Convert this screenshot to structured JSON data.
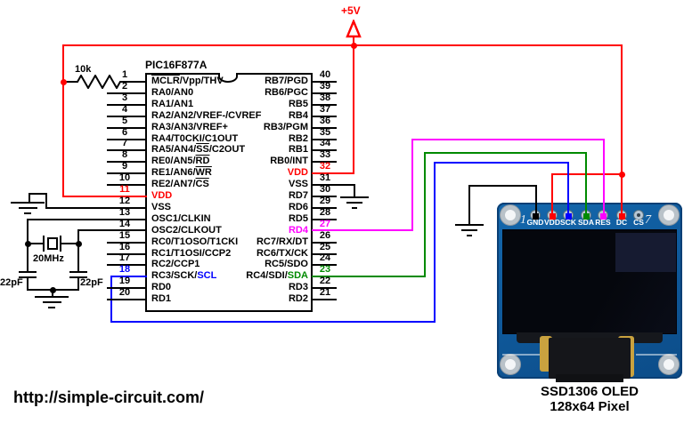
{
  "supply_label": "+5V",
  "website": "http://simple-circuit.com/",
  "ic": {
    "title": "PIC16F877A",
    "left_pins": [
      {
        "num": "1",
        "nc": "black",
        "segs": [
          {
            "t": "MCLR",
            "o": 1
          },
          {
            "t": "/Vpp/THV"
          }
        ]
      },
      {
        "num": "2",
        "nc": "black",
        "segs": [
          {
            "t": "RA0/AN0"
          }
        ]
      },
      {
        "num": "3",
        "nc": "black",
        "segs": [
          {
            "t": "RA1/AN1"
          }
        ]
      },
      {
        "num": "4",
        "nc": "black",
        "segs": [
          {
            "t": "RA2/AN2/VREF-/CVREF"
          }
        ]
      },
      {
        "num": "5",
        "nc": "black",
        "segs": [
          {
            "t": "RA3/AN3/VREF+"
          }
        ]
      },
      {
        "num": "6",
        "nc": "black",
        "segs": [
          {
            "t": "RA4/T0CKI/C1OUT"
          }
        ]
      },
      {
        "num": "7",
        "nc": "black",
        "segs": [
          {
            "t": "RA5/AN4/"
          },
          {
            "t": "SS",
            "o": 1
          },
          {
            "t": "/C2OUT"
          }
        ]
      },
      {
        "num": "8",
        "nc": "black",
        "segs": [
          {
            "t": "RE0/AN5/"
          },
          {
            "t": "RD",
            "o": 1
          }
        ]
      },
      {
        "num": "9",
        "nc": "black",
        "segs": [
          {
            "t": "RE1/AN6/"
          },
          {
            "t": "WR",
            "o": 1
          }
        ]
      },
      {
        "num": "10",
        "nc": "black",
        "segs": [
          {
            "t": "RE2/AN7/"
          },
          {
            "t": "CS",
            "o": 1
          }
        ]
      },
      {
        "num": "11",
        "nc": "red",
        "segs": [
          {
            "t": "VDD",
            "c": "red"
          }
        ]
      },
      {
        "num": "12",
        "nc": "black",
        "segs": [
          {
            "t": "VSS"
          }
        ]
      },
      {
        "num": "13",
        "nc": "black",
        "segs": [
          {
            "t": "OSC1/CLKIN"
          }
        ]
      },
      {
        "num": "14",
        "nc": "black",
        "segs": [
          {
            "t": "OSC2/CLKOUT"
          }
        ]
      },
      {
        "num": "15",
        "nc": "black",
        "segs": [
          {
            "t": "RC0/T1OSO/T1CKI"
          }
        ]
      },
      {
        "num": "16",
        "nc": "black",
        "segs": [
          {
            "t": "RC1/T1OSI/CCP2"
          }
        ]
      },
      {
        "num": "17",
        "nc": "black",
        "segs": [
          {
            "t": "RC2/CCP1"
          }
        ]
      },
      {
        "num": "18",
        "nc": "blue",
        "segs": [
          {
            "t": "RC3/SCK/"
          },
          {
            "t": "SCL",
            "c": "blue"
          }
        ]
      },
      {
        "num": "19",
        "nc": "black",
        "segs": [
          {
            "t": "RD0"
          }
        ]
      },
      {
        "num": "20",
        "nc": "black",
        "segs": [
          {
            "t": "RD1"
          }
        ]
      }
    ],
    "right_pins": [
      {
        "num": "40",
        "nc": "black",
        "segs": [
          {
            "t": "RB7/PGD"
          }
        ]
      },
      {
        "num": "39",
        "nc": "black",
        "segs": [
          {
            "t": "RB6/PGC"
          }
        ]
      },
      {
        "num": "38",
        "nc": "black",
        "segs": [
          {
            "t": "RB5"
          }
        ]
      },
      {
        "num": "37",
        "nc": "black",
        "segs": [
          {
            "t": "RB4"
          }
        ]
      },
      {
        "num": "36",
        "nc": "black",
        "segs": [
          {
            "t": "RB3/PGM"
          }
        ]
      },
      {
        "num": "35",
        "nc": "black",
        "segs": [
          {
            "t": "RB2"
          }
        ]
      },
      {
        "num": "34",
        "nc": "black",
        "segs": [
          {
            "t": "RB1"
          }
        ]
      },
      {
        "num": "33",
        "nc": "black",
        "segs": [
          {
            "t": "RB0/INT"
          }
        ]
      },
      {
        "num": "32",
        "nc": "red",
        "segs": [
          {
            "t": "VDD",
            "c": "red"
          }
        ]
      },
      {
        "num": "31",
        "nc": "black",
        "segs": [
          {
            "t": "VSS"
          }
        ]
      },
      {
        "num": "30",
        "nc": "black",
        "segs": [
          {
            "t": "RD7"
          }
        ]
      },
      {
        "num": "29",
        "nc": "black",
        "segs": [
          {
            "t": "RD6"
          }
        ]
      },
      {
        "num": "28",
        "nc": "black",
        "segs": [
          {
            "t": "RD5"
          }
        ]
      },
      {
        "num": "27",
        "nc": "magenta",
        "segs": [
          {
            "t": "RD4",
            "c": "magenta"
          }
        ]
      },
      {
        "num": "26",
        "nc": "black",
        "segs": [
          {
            "t": "RC7/RX/DT"
          }
        ]
      },
      {
        "num": "25",
        "nc": "black",
        "segs": [
          {
            "t": "RC6/TX/CK"
          }
        ]
      },
      {
        "num": "24",
        "nc": "black",
        "segs": [
          {
            "t": "RC5/SDO"
          }
        ]
      },
      {
        "num": "23",
        "nc": "green",
        "segs": [
          {
            "t": "RC4/SDI/"
          },
          {
            "t": "SDA",
            "c": "green"
          }
        ]
      },
      {
        "num": "22",
        "nc": "black",
        "segs": [
          {
            "t": "RD3"
          }
        ]
      },
      {
        "num": "21",
        "nc": "black",
        "segs": [
          {
            "t": "RD2"
          }
        ]
      }
    ]
  },
  "components": {
    "resistor_label": "10k",
    "crystal_label": "20MHz",
    "cap_left_label": "22pF",
    "cap_right_label": "22pF"
  },
  "oled": {
    "left_index": "1",
    "right_index": "7",
    "pin_labels": [
      "GND",
      "VDD",
      "SCK",
      "SDA",
      "RES",
      "DC",
      "CS"
    ],
    "caption_line1": "SSD1306 OLED",
    "caption_line2": "128x64 Pixel"
  },
  "colors": {
    "red": "#ff0000",
    "blue": "#0000ff",
    "green": "#008a00",
    "magenta": "#ff00ff",
    "black": "#000000"
  }
}
